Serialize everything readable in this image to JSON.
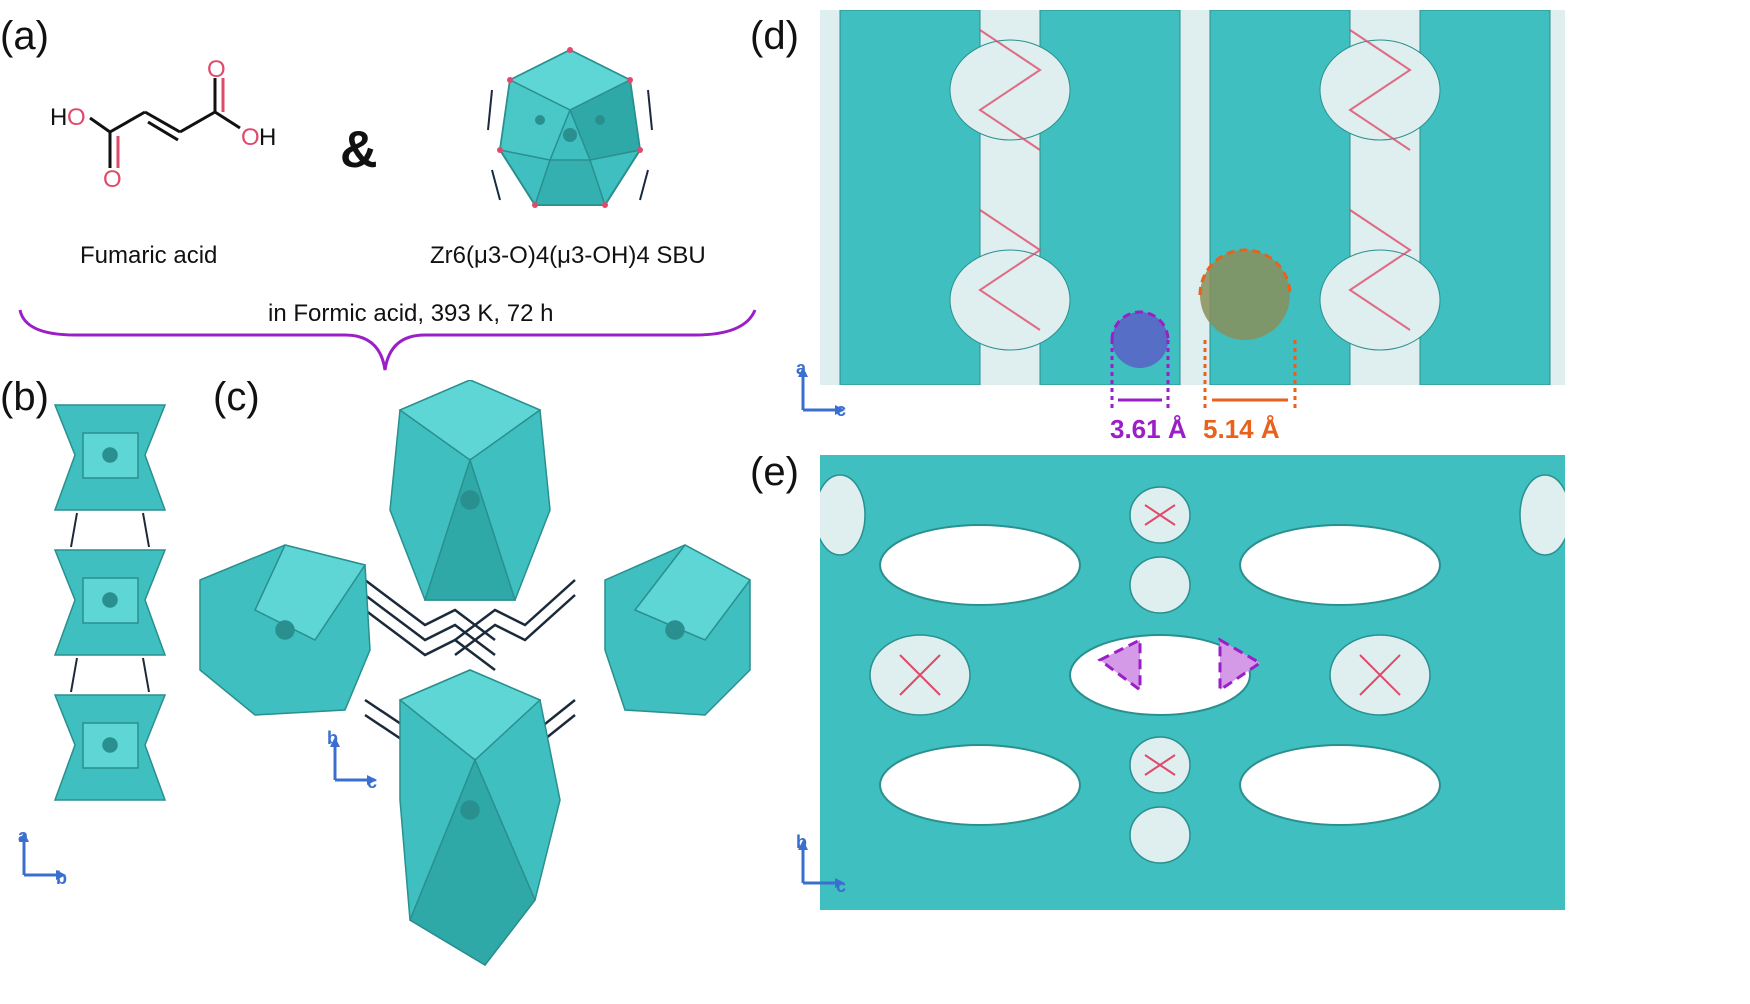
{
  "panels": {
    "a": {
      "label": "(a)",
      "reagent1": "Fumaric acid",
      "reagent2_main": "Zr6(μ3-O)4(μ3-OH)4 SBU",
      "amp": "&",
      "condition": "in Formic acid, 393 K, 72 h"
    },
    "b": {
      "label": "(b)",
      "axis1": "a",
      "axis2": "b"
    },
    "c": {
      "label": "(c)",
      "axis1": "b",
      "axis2": "c"
    },
    "d": {
      "label": "(d)",
      "axis1": "a",
      "axis2": "c",
      "pore1": "3.61 Å",
      "pore2": "5.14 Å"
    },
    "e": {
      "label": "(e)",
      "axis1": "b",
      "axis2": "c"
    }
  },
  "molecule": {
    "h_left": "H",
    "o_left": "O",
    "o_right": "O",
    "h_right": "H",
    "o_bottom": "O",
    "o_top": "O"
  },
  "colors": {
    "cyan": "#3fbfbf",
    "cyan_dark": "#2a8f8f",
    "oxygen": "#e04a6a",
    "purple": "#9b1fc7",
    "orange": "#e8621d",
    "axis": "#3a6fd0"
  }
}
